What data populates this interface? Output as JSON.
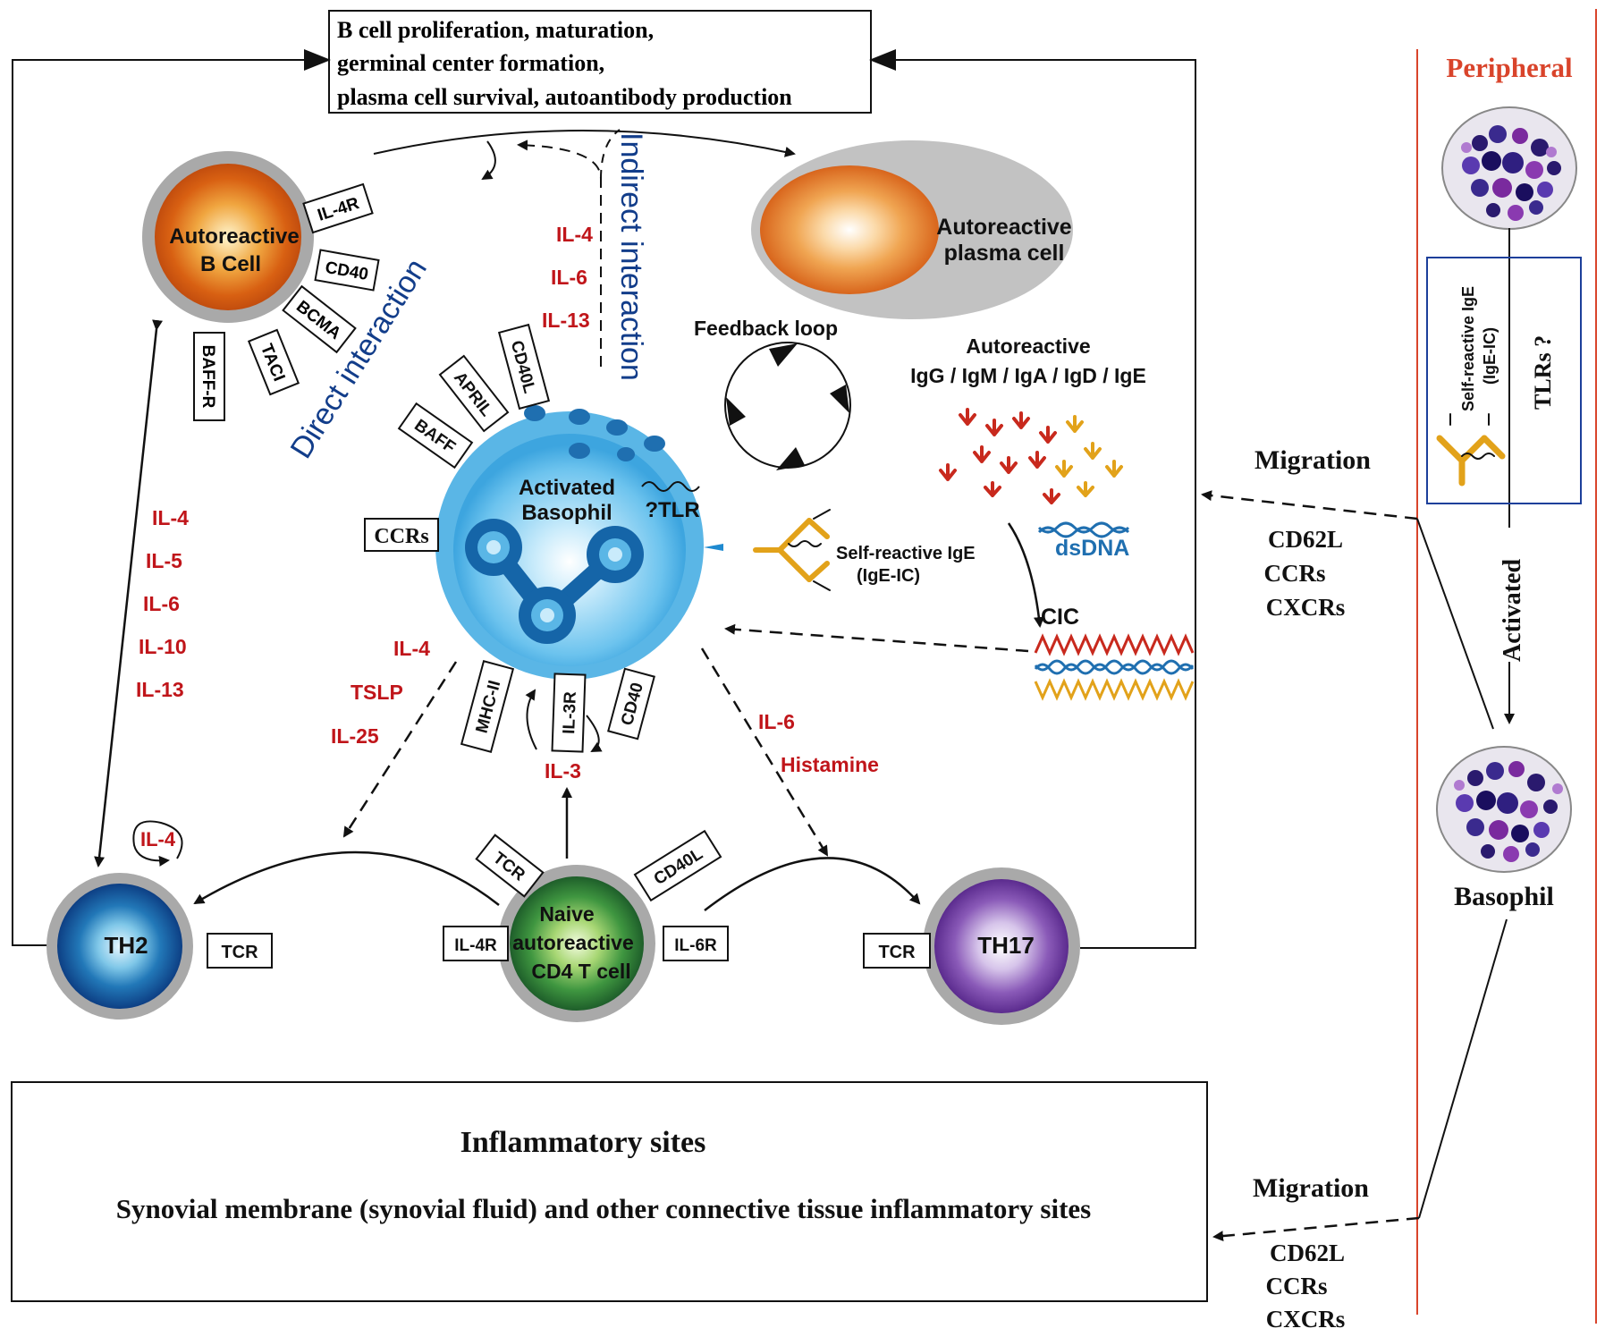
{
  "top_box": {
    "line1": "B cell proliferation, maturation,",
    "line2": "germinal center formation,",
    "line3": "plasma cell survival, autoantibody production"
  },
  "b_cell": {
    "line1": "Autoreactive",
    "line2": "B Cell"
  },
  "b_cell_receptors": [
    "IL-4R",
    "CD40",
    "BCMA",
    "TACI",
    "BAFF-R"
  ],
  "plasma_cell": {
    "line1": "Autoreactive",
    "line2": "plasma cell"
  },
  "indirect_interaction": "Indirect interaction",
  "direct_interaction": "Direct interaction",
  "indirect_cytokines": [
    "IL-4",
    "IL-6",
    "IL-13"
  ],
  "feedback_loop": "Feedback loop",
  "autoreactive_ig": {
    "line1": "Autoreactive",
    "line2": "IgG / IgM / IgA / IgD / IgE"
  },
  "basophil": {
    "line1": "Activated",
    "line2": "Basophil",
    "tlr": "?TLR"
  },
  "basophil_ligands": [
    "BAFF",
    "APRIL",
    "CD40L"
  ],
  "ccrs": "CCRs",
  "self_reactive_ige": {
    "line1": "Self-reactive IgE",
    "line2": "(IgE-IC)"
  },
  "dsdna": "dsDNA",
  "cic": "CIC",
  "th2_cytokines": [
    "IL-4",
    "IL-5",
    "IL-6",
    "IL-10",
    "IL-13"
  ],
  "baso_to_th2": [
    "IL-4",
    "TSLP",
    "IL-25"
  ],
  "baso_to_th17": [
    "IL-6",
    "Histamine"
  ],
  "baso_bottom_receptors": [
    "MHC-II",
    "IL-3R",
    "CD40"
  ],
  "il3": "IL-3",
  "th2": {
    "label": "TH2",
    "tcr": "TCR",
    "autocrine": "IL-4"
  },
  "naive_t": {
    "line1": "Naive",
    "line2": "autoreactive",
    "line3": "CD4 T cell",
    "tcr": "TCR",
    "cd40l": "CD40L",
    "il4r": "IL-4R",
    "il6r": "IL-6R"
  },
  "th17": {
    "label": "TH17",
    "tcr": "TCR"
  },
  "bottom_box": {
    "title": "Inflammatory sites",
    "text": "Synovial membrane (synovial fluid) and other connective tissue inflammatory sites"
  },
  "peripheral": {
    "title": "Peripheral",
    "inner_ige": {
      "line1": "Self-reactive IgE",
      "line2": "(IgE-IC)"
    },
    "tlrs": "TLRs ?",
    "activated": "Activated",
    "basophil": "Basophil"
  },
  "migration_top": {
    "label": "Migration",
    "m1": "CD62L",
    "m2": "CCRs",
    "m3": "CXCRs"
  },
  "migration_bottom": {
    "label": "Migration",
    "m1": "CD62L",
    "m2": "CCRs",
    "m3": "CXCRs"
  },
  "colors": {
    "red_text": "#c0151a",
    "interaction_blue": "#123d8a",
    "peripheral_line": "#d9442b",
    "basophil_blue": "#5ab6e6"
  }
}
